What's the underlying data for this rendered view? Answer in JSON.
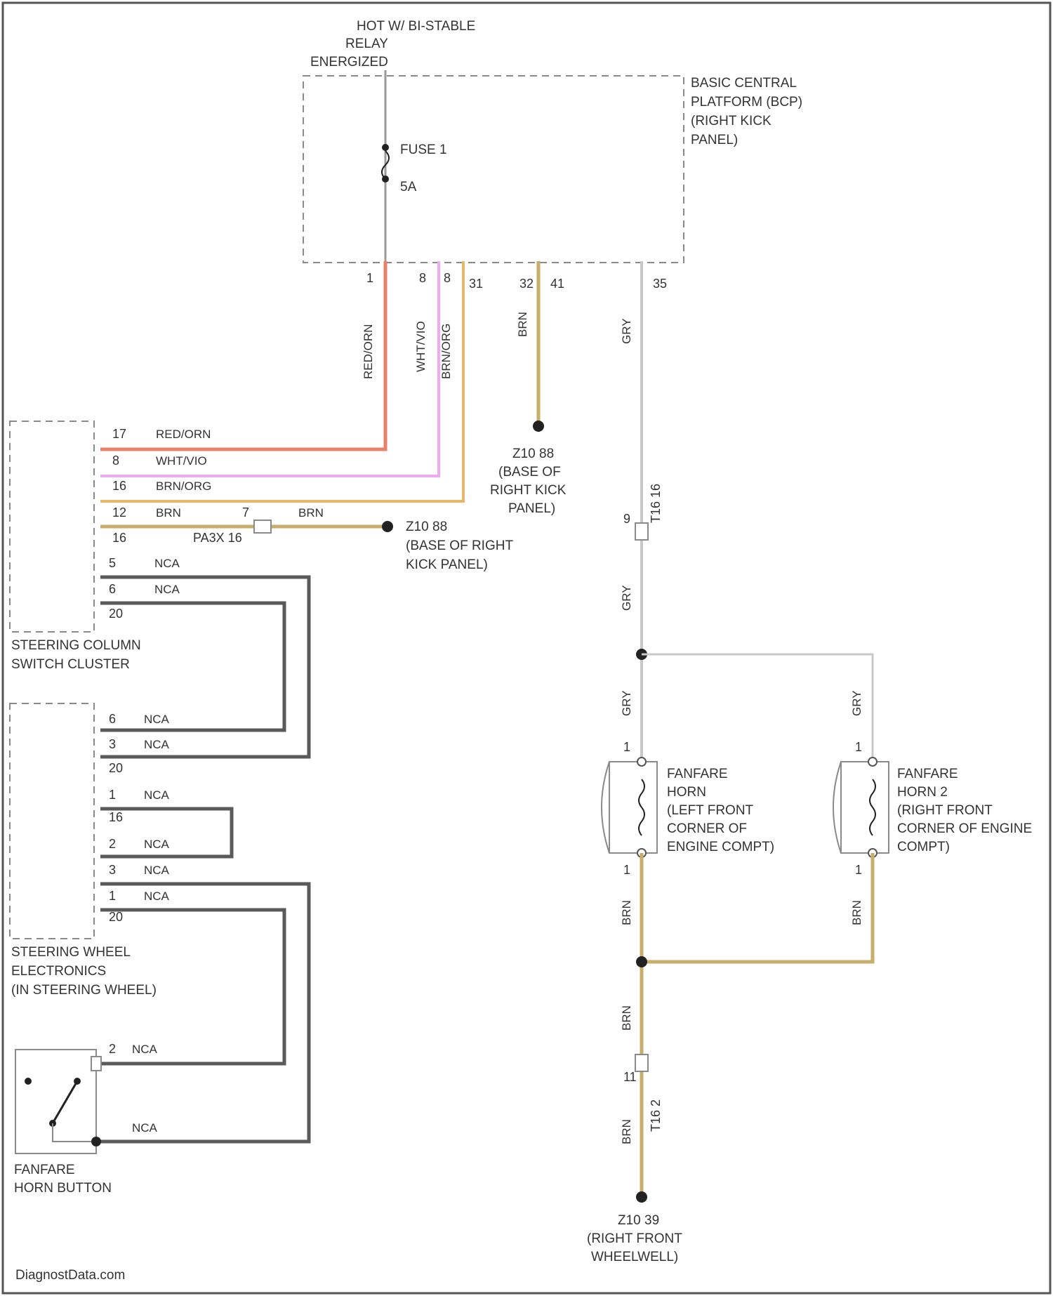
{
  "header": {
    "power_line1": "HOT W/ BI-STABLE",
    "power_line2": "RELAY",
    "power_line3": "ENERGIZED"
  },
  "bcp": {
    "line1": "BASIC CENTRAL",
    "line2": "PLATFORM (BCP)",
    "line3": "(RIGHT KICK",
    "line4": "PANEL)",
    "fuse_name": "FUSE 1",
    "fuse_rating": "5A",
    "pins": [
      "1",
      "8",
      "8",
      "31",
      "32",
      "41",
      "35"
    ]
  },
  "wires": {
    "red_org": "RED/ORN",
    "wht_vio": "WHT/VIO",
    "brn_org": "BRN/ORG",
    "brn": "BRN",
    "gry": "GRY",
    "nca": "NCA",
    "wht_vio_vertical": "WHT/VIO",
    "brn_org_vertical": "BRN/ORG",
    "red_org_vertical": "RED/ORN"
  },
  "grounds": {
    "g1_line1": "Z10 88",
    "g1_line2": "(BASE OF",
    "g1_line3": "RIGHT KICK",
    "g1_line4": "PANEL)",
    "g2_line1": "Z10 88",
    "g2_line2": "(BASE OF RIGHT",
    "g2_line3": "KICK PANEL)",
    "g3_line1": "Z10 39",
    "g3_line2": "(RIGHT FRONT",
    "g3_line3": "WHEELWELL)"
  },
  "connectors": {
    "pin16": "PA3X 16",
    "t16": "T16 16",
    "t16b": "T16 2",
    "pin9": "9",
    "pin7": "7",
    "pin11": "11"
  },
  "sccs": {
    "line1": "STEERING COLUMN",
    "line2": "SWITCH CLUSTER",
    "pins": [
      "17",
      "8",
      "16",
      "12",
      "16",
      "5",
      "6",
      "20"
    ]
  },
  "swe": {
    "line1": "STEERING WHEEL",
    "line2": "ELECTRONICS",
    "line3": "(IN STEERING WHEEL)",
    "pins": [
      "6",
      "3",
      "20",
      "1",
      "16",
      "2",
      "3",
      "1",
      "20"
    ]
  },
  "horn_button": {
    "line1": "FANFARE",
    "line2": "HORN BUTTON",
    "pin": "2"
  },
  "horn1": {
    "line1": "FANFARE",
    "line2": "HORN",
    "line3": "(LEFT FRONT",
    "line4": "CORNER OF",
    "line5": "ENGINE COMPT)",
    "pin_top": "1",
    "pin_bottom": "1"
  },
  "horn2": {
    "line1": "FANFARE",
    "line2": "HORN 2",
    "line3": "(RIGHT FRONT",
    "line4": "CORNER OF ENGINE",
    "line5": "COMPT)",
    "pin_top": "1",
    "pin_bottom": "1"
  },
  "footer": {
    "source": "DiagnostData.com"
  },
  "colors": {
    "red_org": "#e8806a",
    "wht_vio": "#f0aaf0",
    "brn_org": "#e8b86a",
    "brn": "#c8ae6a",
    "gry": "#c8c8c8",
    "nca": "#5a5a5a",
    "frame": "#8a8a8a"
  }
}
